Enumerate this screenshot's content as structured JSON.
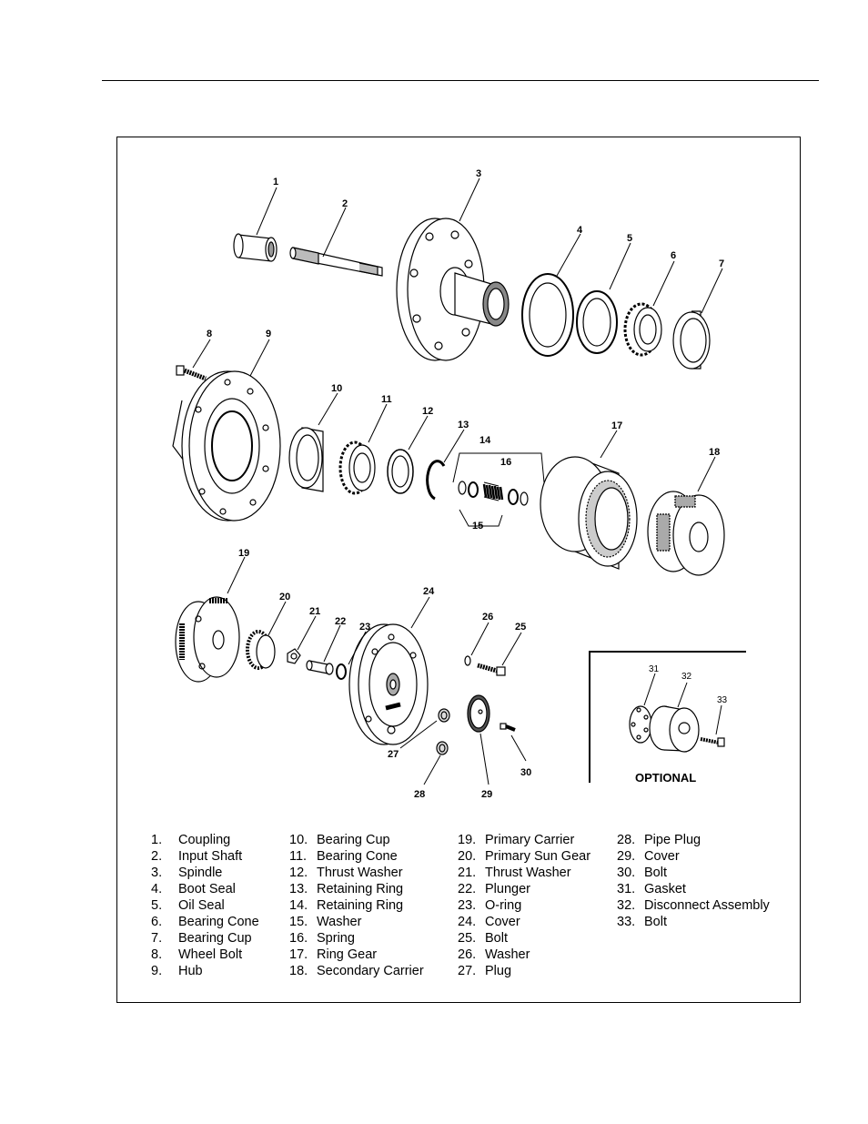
{
  "callouts": [
    "1",
    "2",
    "3",
    "4",
    "5",
    "6",
    "7",
    "8",
    "9",
    "10",
    "11",
    "12",
    "13",
    "14",
    "15",
    "16",
    "17",
    "18",
    "19",
    "20",
    "21",
    "22",
    "23",
    "24",
    "25",
    "26",
    "27",
    "28",
    "29",
    "30"
  ],
  "inset": {
    "label": "OPTIONAL",
    "callouts": [
      "31",
      "32",
      "33"
    ]
  },
  "legend": [
    [
      {
        "num": "1.",
        "label": "Coupling"
      },
      {
        "num": "2.",
        "label": "Input Shaft"
      },
      {
        "num": "3.",
        "label": "Spindle"
      },
      {
        "num": "4.",
        "label": "Boot Seal"
      },
      {
        "num": "5.",
        "label": "Oil Seal"
      },
      {
        "num": "6.",
        "label": "Bearing Cone"
      },
      {
        "num": "7.",
        "label": "Bearing Cup"
      },
      {
        "num": "8.",
        "label": "Wheel Bolt"
      },
      {
        "num": "9.",
        "label": "Hub"
      }
    ],
    [
      {
        "num": "10.",
        "label": "Bearing Cup"
      },
      {
        "num": "11.",
        "label": "Bearing Cone"
      },
      {
        "num": "12.",
        "label": "Thrust Washer"
      },
      {
        "num": "13.",
        "label": "Retaining Ring"
      },
      {
        "num": "14.",
        "label": "Retaining Ring"
      },
      {
        "num": "15.",
        "label": "Washer"
      },
      {
        "num": "16.",
        "label": "Spring"
      },
      {
        "num": "17.",
        "label": "Ring Gear"
      },
      {
        "num": "18.",
        "label": "Secondary Carrier"
      }
    ],
    [
      {
        "num": "19.",
        "label": "Primary Carrier"
      },
      {
        "num": "20.",
        "label": "Primary Sun Gear"
      },
      {
        "num": "21.",
        "label": "Thrust Washer"
      },
      {
        "num": "22.",
        "label": "Plunger"
      },
      {
        "num": "23.",
        "label": "O-ring"
      },
      {
        "num": "24.",
        "label": "Cover"
      },
      {
        "num": "25.",
        "label": "Bolt"
      },
      {
        "num": "26.",
        "label": "Washer"
      },
      {
        "num": "27.",
        "label": "Plug"
      }
    ],
    [
      {
        "num": "28.",
        "label": "Pipe Plug"
      },
      {
        "num": "29.",
        "label": "Cover"
      },
      {
        "num": "30.",
        "label": "Bolt"
      },
      {
        "num": "31.",
        "label": "Gasket"
      },
      {
        "num": "32.",
        "label": "Disconnect Assembly"
      },
      {
        "num": "33.",
        "label": "Bolt"
      }
    ]
  ]
}
